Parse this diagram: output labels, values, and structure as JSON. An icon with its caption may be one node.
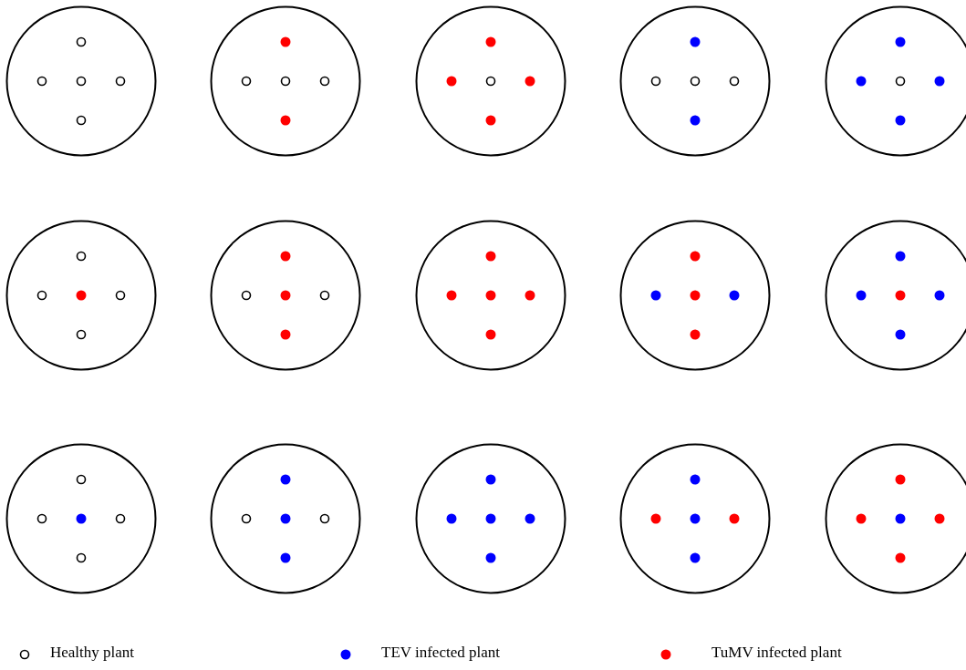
{
  "diagram": {
    "nodes": [
      {
        "text": [],
        "shape": "circle"
      },
      {
        "text": [],
        "shape": "circle"
      },
      {
        "text": [],
        "shape": "circle"
      },
      {
        "text": [],
        "shape": "circle"
      },
      {
        "text": [],
        "shape": "circle"
      },
      {
        "text": [],
        "shape": "circle"
      },
      {
        "text": [],
        "shape": "circle"
      },
      {
        "text": [],
        "shape": "circle"
      },
      {
        "text": [],
        "shape": "circle"
      },
      {
        "text": [],
        "shape": "circle"
      },
      {
        "text": [],
        "shape": "circle"
      },
      {
        "text": [],
        "shape": "circle"
      },
      {
        "text": [],
        "shape": "circle"
      },
      {
        "text": [],
        "shape": "circle"
      },
      {
        "text": [],
        "shape": "circle"
      }
    ],
    "legend": [
      {
        "text": "Healthy plant"
      },
      {
        "text": "TEV infected plant",
        "color": "#0000ff"
      },
      {
        "text": "TuMV infected plant",
        "color": "#ff0000"
      }
    ]
  }
}
